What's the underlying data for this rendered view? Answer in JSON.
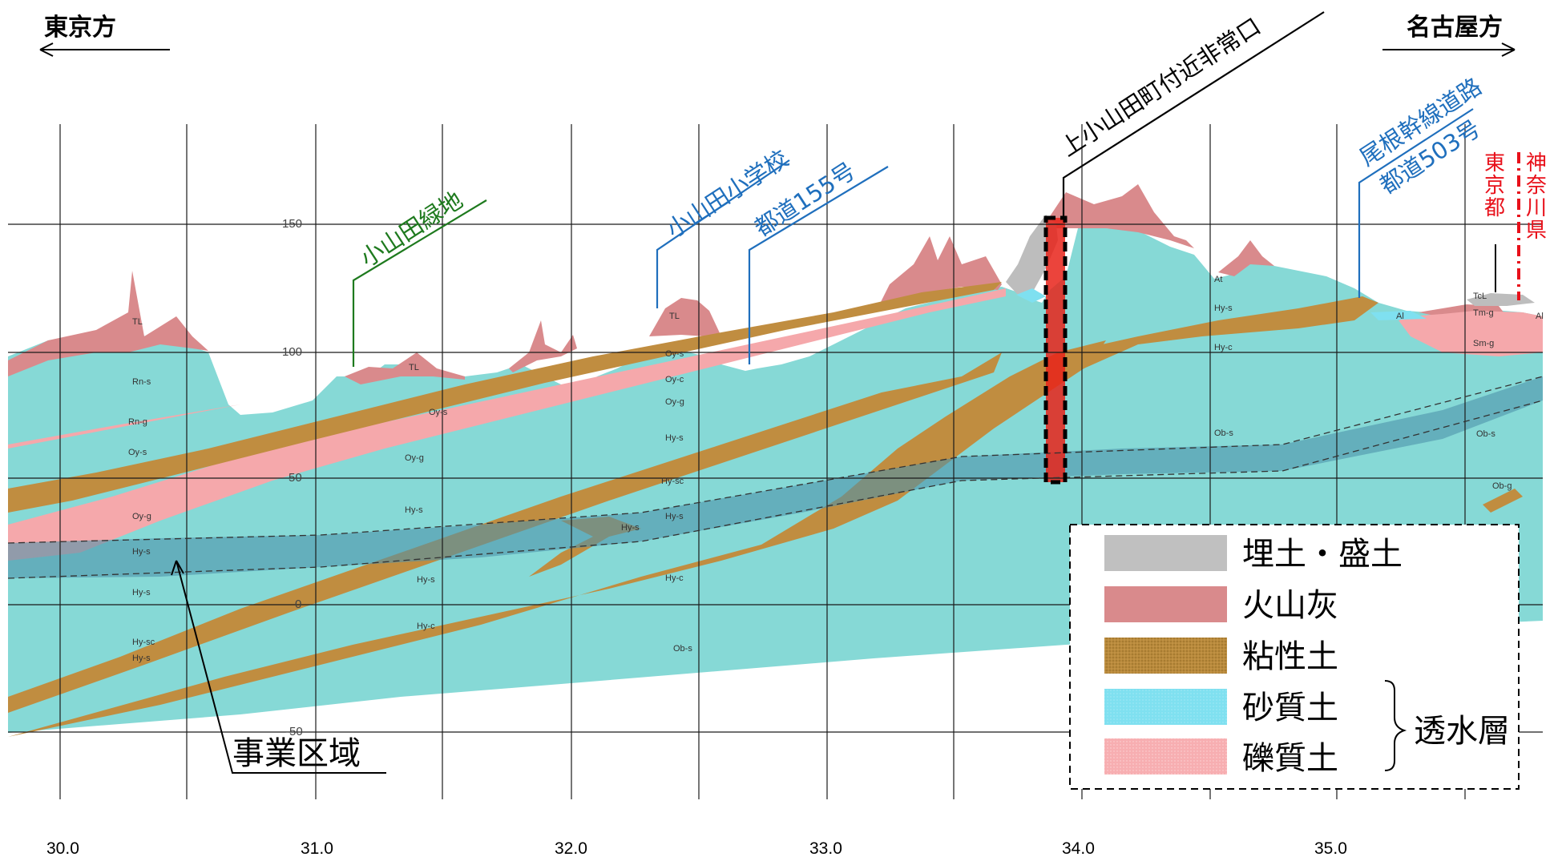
{
  "directions": {
    "left": "東京方",
    "right": "名古屋方"
  },
  "axis": {
    "km_ticks": [
      "30.0",
      "31.0",
      "32.0",
      "33.0",
      "34.0",
      "35.0"
    ],
    "elevation_ticks": [
      "150",
      "100",
      "50",
      "0",
      "-50"
    ]
  },
  "callouts": {
    "koyamada_ryokuchi": "小山田緑地",
    "koyamada_school": "小山田小学校",
    "toudou155": "都道155号",
    "exit_name": "上小山田町付近非常口",
    "one_line1": "尾根幹線道路",
    "one_line2": "都道503号",
    "tokyo": [
      "東",
      "京",
      "都"
    ],
    "kanagawa": [
      "神",
      "奈",
      "川",
      "県"
    ],
    "project_area": "事業区域"
  },
  "layer_labels": [
    "TL",
    "Rn-s",
    "Rn-g",
    "Oy-s",
    "Oy-g",
    "Hy-s",
    "Hy-s",
    "Hy-sc",
    "Hy-s",
    "TL",
    "Oy-s",
    "Oy-g",
    "Hy-s",
    "Hy-s",
    "Hy-c",
    "TL",
    "Oy-s",
    "Oy-c",
    "Oy-g",
    "Hy-s",
    "Hy-sc",
    "Hy-s",
    "Hy-s",
    "Hy-c",
    "Ob-s",
    "At",
    "Hy-s",
    "Hy-c",
    "Ob-s",
    "Al",
    "TcL",
    "Tm-g",
    "Sm-g",
    "Ob-s",
    "Ob-g",
    "Al"
  ],
  "legend": {
    "items": [
      {
        "label": "埋土・盛土",
        "color": "#c0c0c0"
      },
      {
        "label": "火山灰",
        "color": "#d98a8c"
      },
      {
        "label": "粘性土",
        "color": "#b98a3c"
      },
      {
        "label": "砂質土",
        "color": "#7fe0f0"
      },
      {
        "label": "礫質土",
        "color": "#f7aeb1"
      }
    ],
    "permeable": "透水層"
  },
  "colors": {
    "sand": "#86d9d6",
    "ash": "#d98a8c",
    "clay": "#c08d40",
    "gravel": "#f5a8ab",
    "fill": "#bdbdbd",
    "project_band": "#4f93aa",
    "green": "#1e7a1e",
    "blue": "#1f6fbd",
    "red": "#e8101a"
  }
}
